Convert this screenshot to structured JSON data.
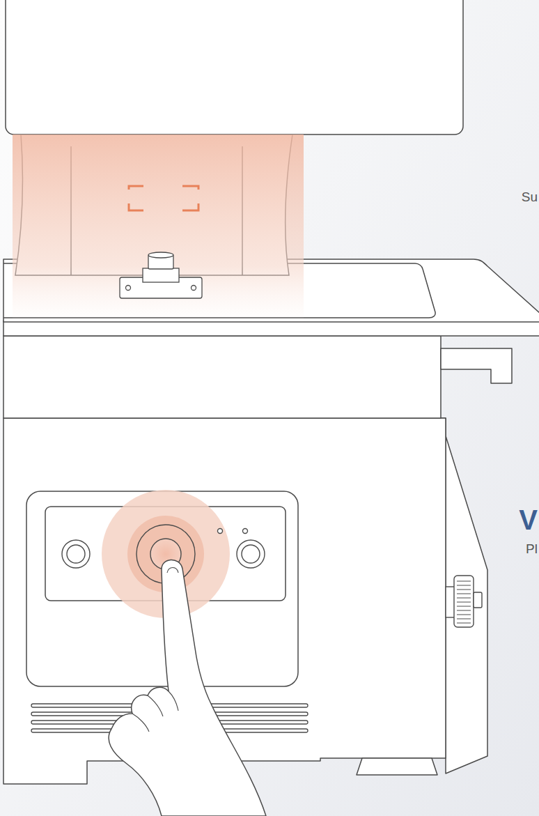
{
  "diagram": {
    "labels": [
      "Su",
      "V",
      "Pl"
    ]
  }
}
